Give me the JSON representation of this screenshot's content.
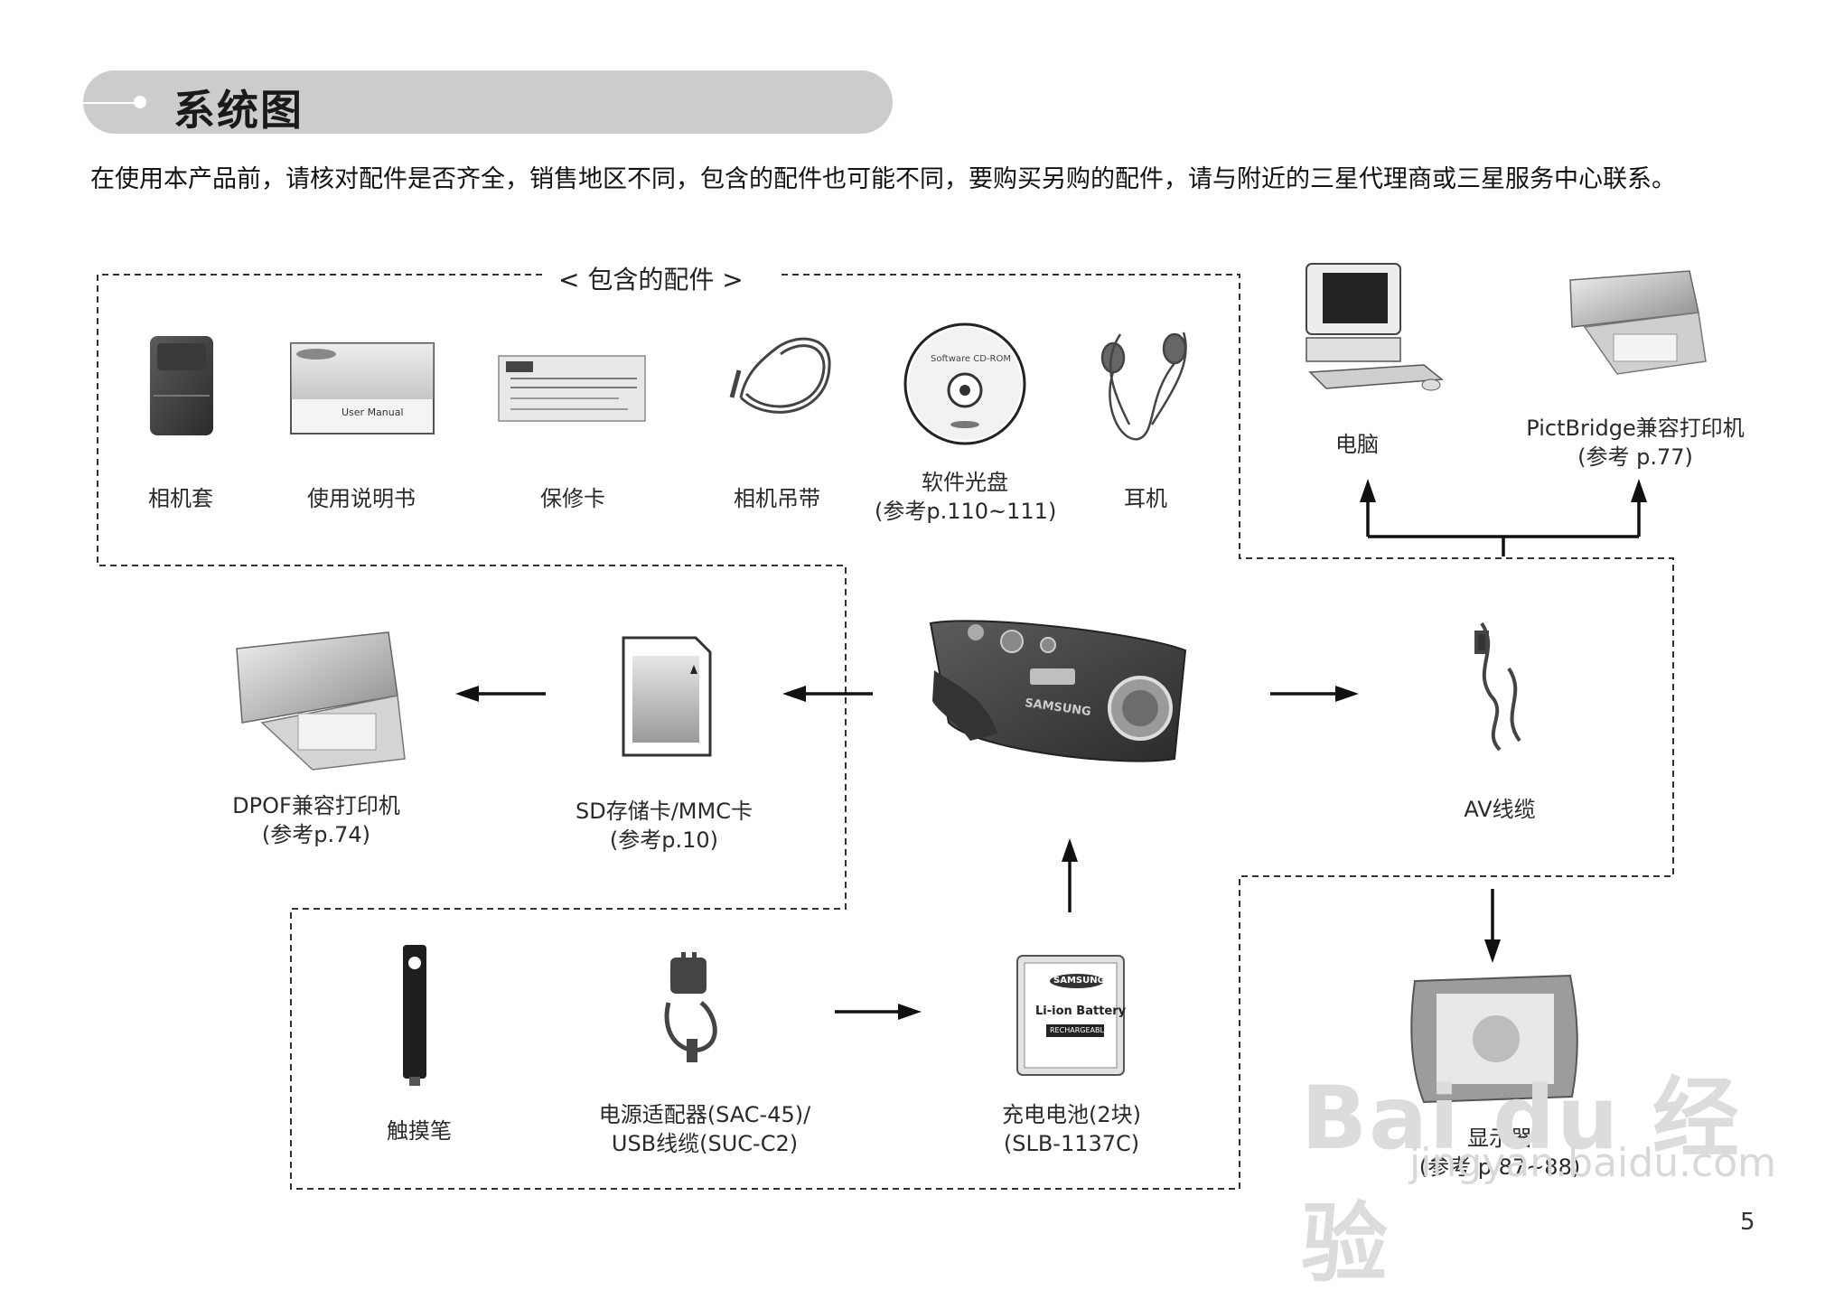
{
  "header": {
    "title": "系统图",
    "intro": "在使用本产品前，请核对配件是否齐全，销售地区不同，包含的配件也可能不同，要购买另购的配件，请与附近的三星代理商或三星服务中心联系。"
  },
  "included": {
    "heading": "< 包含的配件 >",
    "items": {
      "case": "相机套",
      "manual": "使用说明书",
      "manual_cover_text": "User Manual",
      "warranty": "保修卡",
      "strap": "相机吊带",
      "software_line1": "软件光盘",
      "software_line2": "(参考p.110~111)",
      "cd_text": "Software CD-ROM",
      "earphones": "耳机"
    }
  },
  "optional": {
    "computer": "电脑",
    "pictbridge_line1": "PictBridge兼容打印机",
    "pictbridge_line2": "(参考 p.77)",
    "dpof_line1": "DPOF兼容打印机",
    "dpof_line2": "(参考p.74)",
    "sd_line1": "SD存储卡/MMC卡",
    "sd_line2": "(参考p.10)",
    "av_cable": "AV线缆",
    "stylus": "触摸笔",
    "adapter_line1": "电源适配器(SAC-45)/",
    "adapter_line2": "USB线缆(SUC-C2)",
    "battery_line1": "充电电池(2块)",
    "battery_line2": "(SLB-1137C)",
    "battery_brand": "SAMSUNG",
    "battery_text": "Li-ion Battery",
    "battery_sub": "RECHARGEABLE",
    "monitor_line1": "显示器",
    "monitor_line2": "(参考 p.87~88)",
    "camera_brand": "SAMSUNG"
  },
  "page_number": "5",
  "watermark": {
    "line1": "Bai du 经验",
    "line2": "jingyan.baidu.com"
  },
  "icons": [
    "camera-case-icon",
    "manual-icon",
    "warranty-card-icon",
    "strap-icon",
    "cd-icon",
    "earphones-icon",
    "computer-icon",
    "printer-icon",
    "sd-card-icon",
    "camera-icon",
    "av-cable-icon",
    "stylus-icon",
    "adapter-icon",
    "battery-icon",
    "monitor-icon"
  ]
}
